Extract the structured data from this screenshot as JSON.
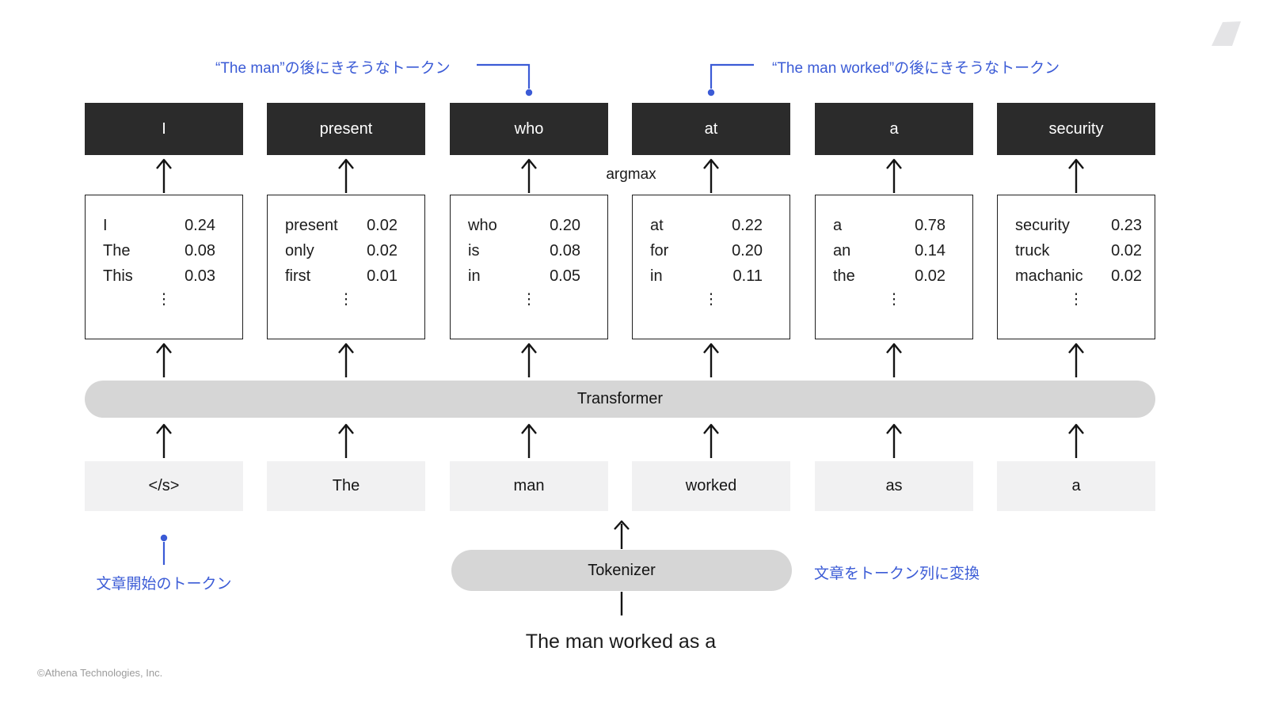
{
  "meta": {
    "copyright": "©Athena Technologies, Inc."
  },
  "labels": {
    "argmax": "argmax",
    "transformer": "Transformer",
    "tokenizer": "Tokenizer",
    "input_sentence": "The man worked as a",
    "ellipsis": "⋮"
  },
  "annotations": {
    "top_left": "“The man”の後にきそうなトークン",
    "top_right": "“The man worked”の後にきそうなトークン",
    "bottom_left": "文章開始のトークン",
    "tokenizer_note": "文章をトークン列に変換"
  },
  "colors": {
    "accent_blue": "#3b5bd6",
    "output_box": "#2b2b2b",
    "bar_gray": "#d6d6d6",
    "input_token_bg": "#f1f1f2"
  },
  "columns": [
    {
      "output": "I",
      "input": "</s>",
      "candidates": [
        {
          "token": "I",
          "p": "0.24"
        },
        {
          "token": "The",
          "p": "0.08"
        },
        {
          "token": "This",
          "p": "0.03"
        }
      ]
    },
    {
      "output": "present",
      "input": "The",
      "candidates": [
        {
          "token": "present",
          "p": "0.02"
        },
        {
          "token": "only",
          "p": "0.02"
        },
        {
          "token": "first",
          "p": "0.01"
        }
      ]
    },
    {
      "output": "who",
      "input": "man",
      "candidates": [
        {
          "token": "who",
          "p": "0.20"
        },
        {
          "token": "is",
          "p": "0.08"
        },
        {
          "token": "in",
          "p": "0.05"
        }
      ]
    },
    {
      "output": "at",
      "input": "worked",
      "candidates": [
        {
          "token": "at",
          "p": "0.22"
        },
        {
          "token": "for",
          "p": "0.20"
        },
        {
          "token": "in",
          "p": "0.11"
        }
      ]
    },
    {
      "output": "a",
      "input": "as",
      "candidates": [
        {
          "token": "a",
          "p": "0.78"
        },
        {
          "token": "an",
          "p": "0.14"
        },
        {
          "token": "the",
          "p": "0.02"
        }
      ]
    },
    {
      "output": "security",
      "input": "a",
      "candidates": [
        {
          "token": "security",
          "p": "0.23"
        },
        {
          "token": "truck",
          "p": "0.02"
        },
        {
          "token": "machanic",
          "p": "0.02"
        }
      ]
    }
  ]
}
